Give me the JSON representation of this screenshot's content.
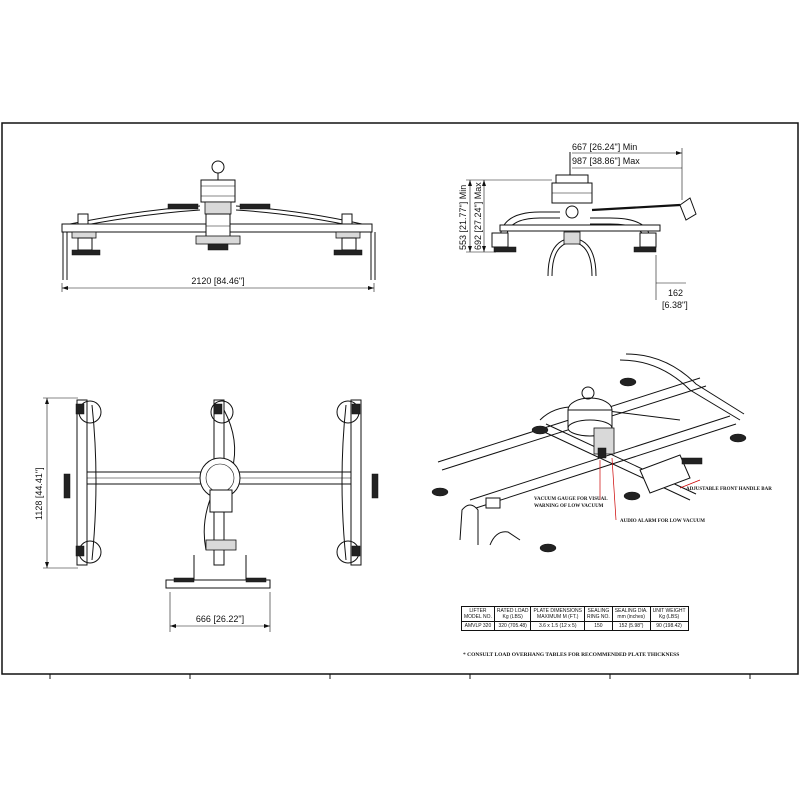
{
  "front_view": {
    "width_dim": "2120 [84.46\"]"
  },
  "side_view": {
    "reach_min": "667 [26.24\"] Min",
    "reach_max": "987 [38.86\"] Max",
    "height_min": "553 [21.77\"] Min",
    "height_max": "692 [27.24\"] Max",
    "pad_dim_top": "162",
    "pad_dim_bottom": "[6.38\"]"
  },
  "top_view": {
    "length_dim": "1128 [44.41\"]",
    "handle_width_dim": "666 [26.22\"]"
  },
  "iso_view": {
    "callouts": {
      "handle_bar": "ADJUSTABLE FRONT HANDLE BAR",
      "vacuum_gauge_line1": "VACUUM GAUGE FOR VISUAL",
      "vacuum_gauge_line2": "WARNING OF LOW VACUUM",
      "audio_alarm": "AUDIO ALARM FOR LOW VACUUM"
    }
  },
  "spec_table": {
    "headers": [
      [
        "LIFTER",
        "MODEL NO."
      ],
      [
        "RATED LOAD",
        "Kg (LBS)"
      ],
      [
        "PLATE DIMENSIONS",
        "MAXIMUM M (FT.)"
      ],
      [
        "SEALING",
        "RING NO."
      ],
      [
        "SEALING DIA.",
        "mm (inches)"
      ],
      [
        "UNIT WEIGHT",
        "Kg (LBS)"
      ]
    ],
    "row": [
      "AMVLP 320",
      "320 (705.48)",
      "3.6 x 1.5 (12 x 5)",
      "150",
      "152 (5.98\")",
      "90 (198.42)"
    ]
  },
  "footnote": "* CONSULT LOAD OVERHANG TABLES FOR RECOMMENDED PLATE THICKNESS"
}
